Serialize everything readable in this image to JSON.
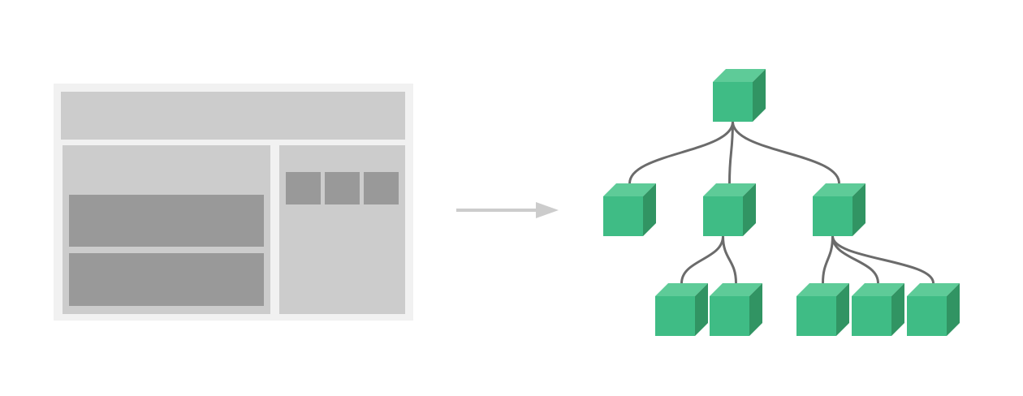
{
  "colors": {
    "background": "#ffffff",
    "page_frame": "#f1f1f1",
    "page_region": "#cccccc",
    "page_block": "#999999",
    "arrow": "#cccccc",
    "connector": "#6b6b6b",
    "cube_front": "#3fbc85",
    "cube_top": "#5ecb98",
    "cube_side": "#319463"
  },
  "page_mockup": {
    "regions": [
      "header",
      "main",
      "sidebar"
    ],
    "main_blocks": 2,
    "sidebar_blocks": 3
  },
  "component_tree": {
    "id": "root",
    "children": [
      {
        "id": "child-left",
        "children": []
      },
      {
        "id": "child-middle",
        "children": [
          {
            "id": "leaf-middle-1",
            "children": []
          },
          {
            "id": "leaf-middle-2",
            "children": []
          }
        ]
      },
      {
        "id": "child-right",
        "children": [
          {
            "id": "leaf-right-1",
            "children": []
          },
          {
            "id": "leaf-right-2",
            "children": []
          },
          {
            "id": "leaf-right-3",
            "children": []
          }
        ]
      }
    ]
  }
}
